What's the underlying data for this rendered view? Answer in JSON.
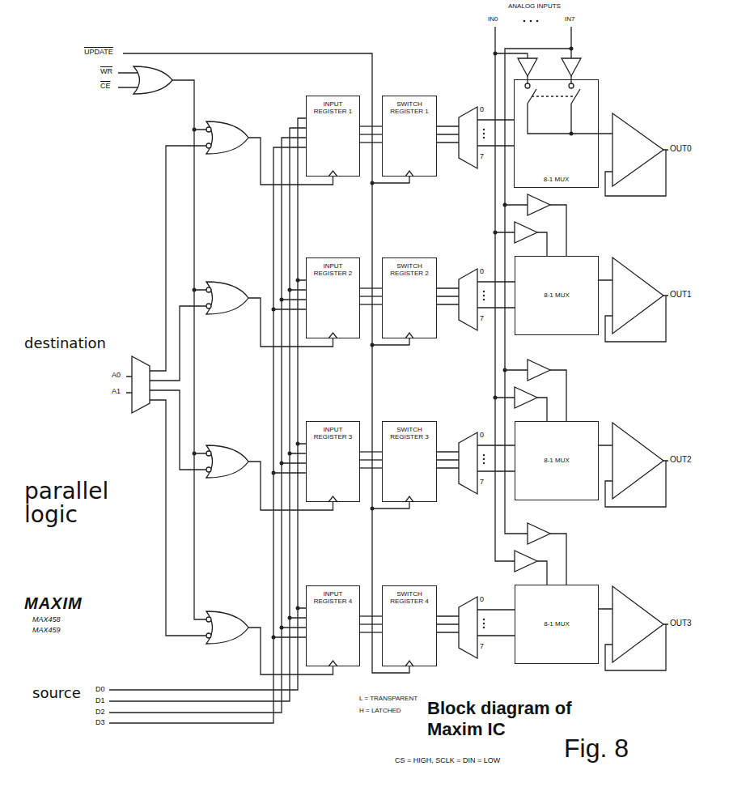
{
  "diagram": {
    "caption": "Block diagram of Maxim IC",
    "nodes": [
      {
        "text": [
          "INPUT REGISTER 1"
        ]
      },
      {
        "text": [
          "SWITCH REGISTER 1"
        ]
      },
      {
        "text": [
          "8-1 MUX"
        ]
      },
      {
        "text": [
          "INPUT REGISTER 2"
        ]
      },
      {
        "text": [
          "SWITCH REGISTER 2"
        ]
      },
      {
        "text": [
          "8-1 MUX"
        ]
      },
      {
        "text": [
          "INPUT REGISTER 3"
        ]
      },
      {
        "text": [
          "SWITCH REGISTER 3"
        ]
      },
      {
        "text": [
          "8-1 MUX"
        ]
      },
      {
        "text": [
          "INPUT REGISTER 4"
        ]
      },
      {
        "text": [
          "SWITCH REGISTER 4"
        ]
      },
      {
        "text": [
          "8-1 MUX"
        ]
      }
    ],
    "edges": [
      {
        "from": 0,
        "to": 1,
        "arrow": "none"
      },
      {
        "from": 3,
        "to": 4,
        "arrow": "none"
      },
      {
        "from": 6,
        "to": 7,
        "arrow": "none"
      },
      {
        "from": 9,
        "to": 10,
        "arrow": "none"
      }
    ],
    "labels": [
      "UPDATE",
      "WR",
      "CE",
      "ANALOG INPUTS",
      "IN0",
      "IN7",
      "destination",
      "A0",
      "A1",
      "parallel logic",
      "MAXIM",
      "MAX458",
      "MAX459",
      "source",
      "D0",
      "D1",
      "D2",
      "D3",
      "L = TRANSPARENT",
      "H = LATCHED",
      "CS = HIGH, SCLK = DIN = LOW",
      "Fig. 8",
      "0",
      "7",
      "0",
      "7",
      "0",
      "7",
      "0",
      "7",
      "OUT0",
      "OUT1",
      "OUT2",
      "OUT3"
    ]
  }
}
